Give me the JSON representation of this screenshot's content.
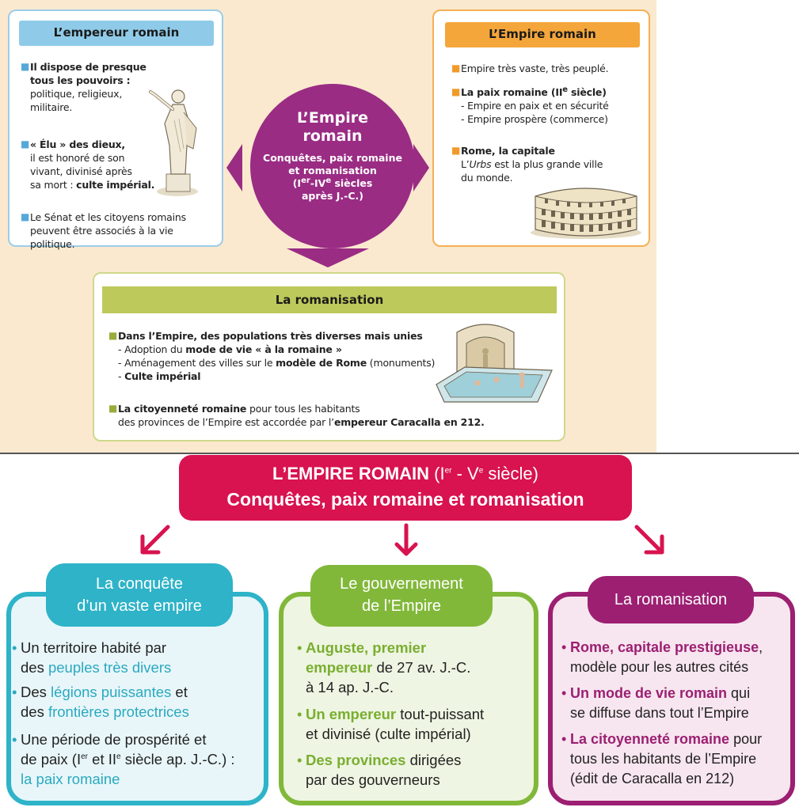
{
  "top": {
    "left_box": {
      "title": "L’empereur romain",
      "p1_l1": "Il dispose de presque",
      "p1_l2": "tous les pouvoirs :",
      "p1_l3": "politique, religieux,",
      "p1_l4": "militaire.",
      "p2_l1": "« Élu » des dieux,",
      "p2_l2": "il est honoré de son",
      "p2_l3": "vivant, divinisé après",
      "p2_l4a": "sa mort : ",
      "p2_l4b": "culte impérial.",
      "p3_l1": "Le Sénat et les citoyens romains",
      "p3_l2": "peuvent être associés à la vie politique."
    },
    "center": {
      "title_l1": "L’Empire",
      "title_l2": "romain",
      "sub_l1": "Conquêtes, paix romaine",
      "sub_l2": "et romanisation",
      "sub_l3a": "(I",
      "sub_l3b": "er",
      "sub_l3c": "-IV",
      "sub_l3d": "e",
      "sub_l3e": " siècles",
      "sub_l4": "après J.-C.)"
    },
    "right_box": {
      "title": "L’Empire romain",
      "p1": "Empire très vaste, très peuplé.",
      "p2_title_a": "La paix romaine (II",
      "p2_title_b": "e",
      "p2_title_c": " siècle)",
      "p2_l1": "- Empire en paix et en sécurité",
      "p2_l2": "- Empire prospère (commerce)",
      "p3_title": "Rome, la capitale",
      "p3_l1a": "L’",
      "p3_l1b": "Urbs",
      "p3_l1c": " est la plus grande ville",
      "p3_l2": "du monde."
    },
    "bottom_box": {
      "title": "La romanisation",
      "p1": "Dans l’Empire, des populations très diverses mais unies",
      "p1_l2a": "- Adoption du ",
      "p1_l2b": "mode de vie « à la romaine »",
      "p1_l3a": "- Aménagement des villes sur le ",
      "p1_l3b": "modèle de Rome",
      "p1_l3c": " (monuments)",
      "p1_l4a": "- ",
      "p1_l4b": "Culte impérial",
      "p2_l1a": "La citoyenneté romaine",
      "p2_l1b": " pour tous les habitants",
      "p2_l2a": "des provinces de l’Empire est accordée par l’",
      "p2_l2b": "empereur Caracalla en 212."
    }
  },
  "main": {
    "title_a": "L’EMPIRE ROMAIN",
    "title_b": " (I",
    "title_c": "er",
    "title_d": " - V",
    "title_e": "e",
    "title_f": " siècle)",
    "subtitle": "Conquêtes, paix romaine et romanisation"
  },
  "cards": {
    "blue": {
      "tag_l1": "La conquête",
      "tag_l2": "d’un vaste empire",
      "i1_l1": "Un territoire habité par",
      "i1_l2a": "des ",
      "i1_l2b": "peuples très divers",
      "i2_l1a": "Des ",
      "i2_l1b": "légions puissantes",
      "i2_l1c": " et",
      "i2_l2a": "des ",
      "i2_l2b": "frontières protectrices",
      "i3_l1": "Une période de prospérité et",
      "i3_l2a": "de paix (I",
      "i3_l2b": "er",
      "i3_l2c": " et II",
      "i3_l2d": "e",
      "i3_l2e": " siècle ap. J.-C.) :",
      "i3_l3": "la paix romaine"
    },
    "green": {
      "tag_l1": "Le gouvernement",
      "tag_l2": "de l’Empire",
      "i1_l1": "Auguste, premier",
      "i1_l2a": "empereur",
      "i1_l2b": " de 27 av. J.-C.",
      "i1_l3": "à 14 ap. J.-C.",
      "i2_l1a": "Un empereur",
      "i2_l1b": " tout-puissant",
      "i2_l2": "et divinisé (culte impérial)",
      "i3_l1a": "Des provinces",
      "i3_l1b": " dirigées",
      "i3_l2": "par des gouverneurs"
    },
    "purple": {
      "tag": "La romanisation",
      "i1_l1a": "Rome, capitale prestigieuse",
      "i1_l1b": ",",
      "i1_l2": "modèle pour les autres cités",
      "i2_l1a": "Un mode de vie romain",
      "i2_l1b": " qui",
      "i2_l2": "se diffuse dans tout l’Empire",
      "i3_l1a": "La citoyenneté romaine",
      "i3_l1b": " pour",
      "i3_l2": "tous les habitants de l’Empire",
      "i3_l3": "(édit de Caracalla en 212)"
    }
  },
  "icons": [
    "statue-illustration",
    "colosseum-illustration",
    "bath-illustration",
    "arrow-left-icon",
    "arrow-right-icon",
    "arrow-down-icon"
  ],
  "colors": {
    "cream": "#fbe9cf",
    "purple_circle": "#9a2c84",
    "main_red": "#d8134f",
    "blue": "#2eb3c8",
    "green": "#82b83a",
    "purple": "#9c1f72"
  }
}
